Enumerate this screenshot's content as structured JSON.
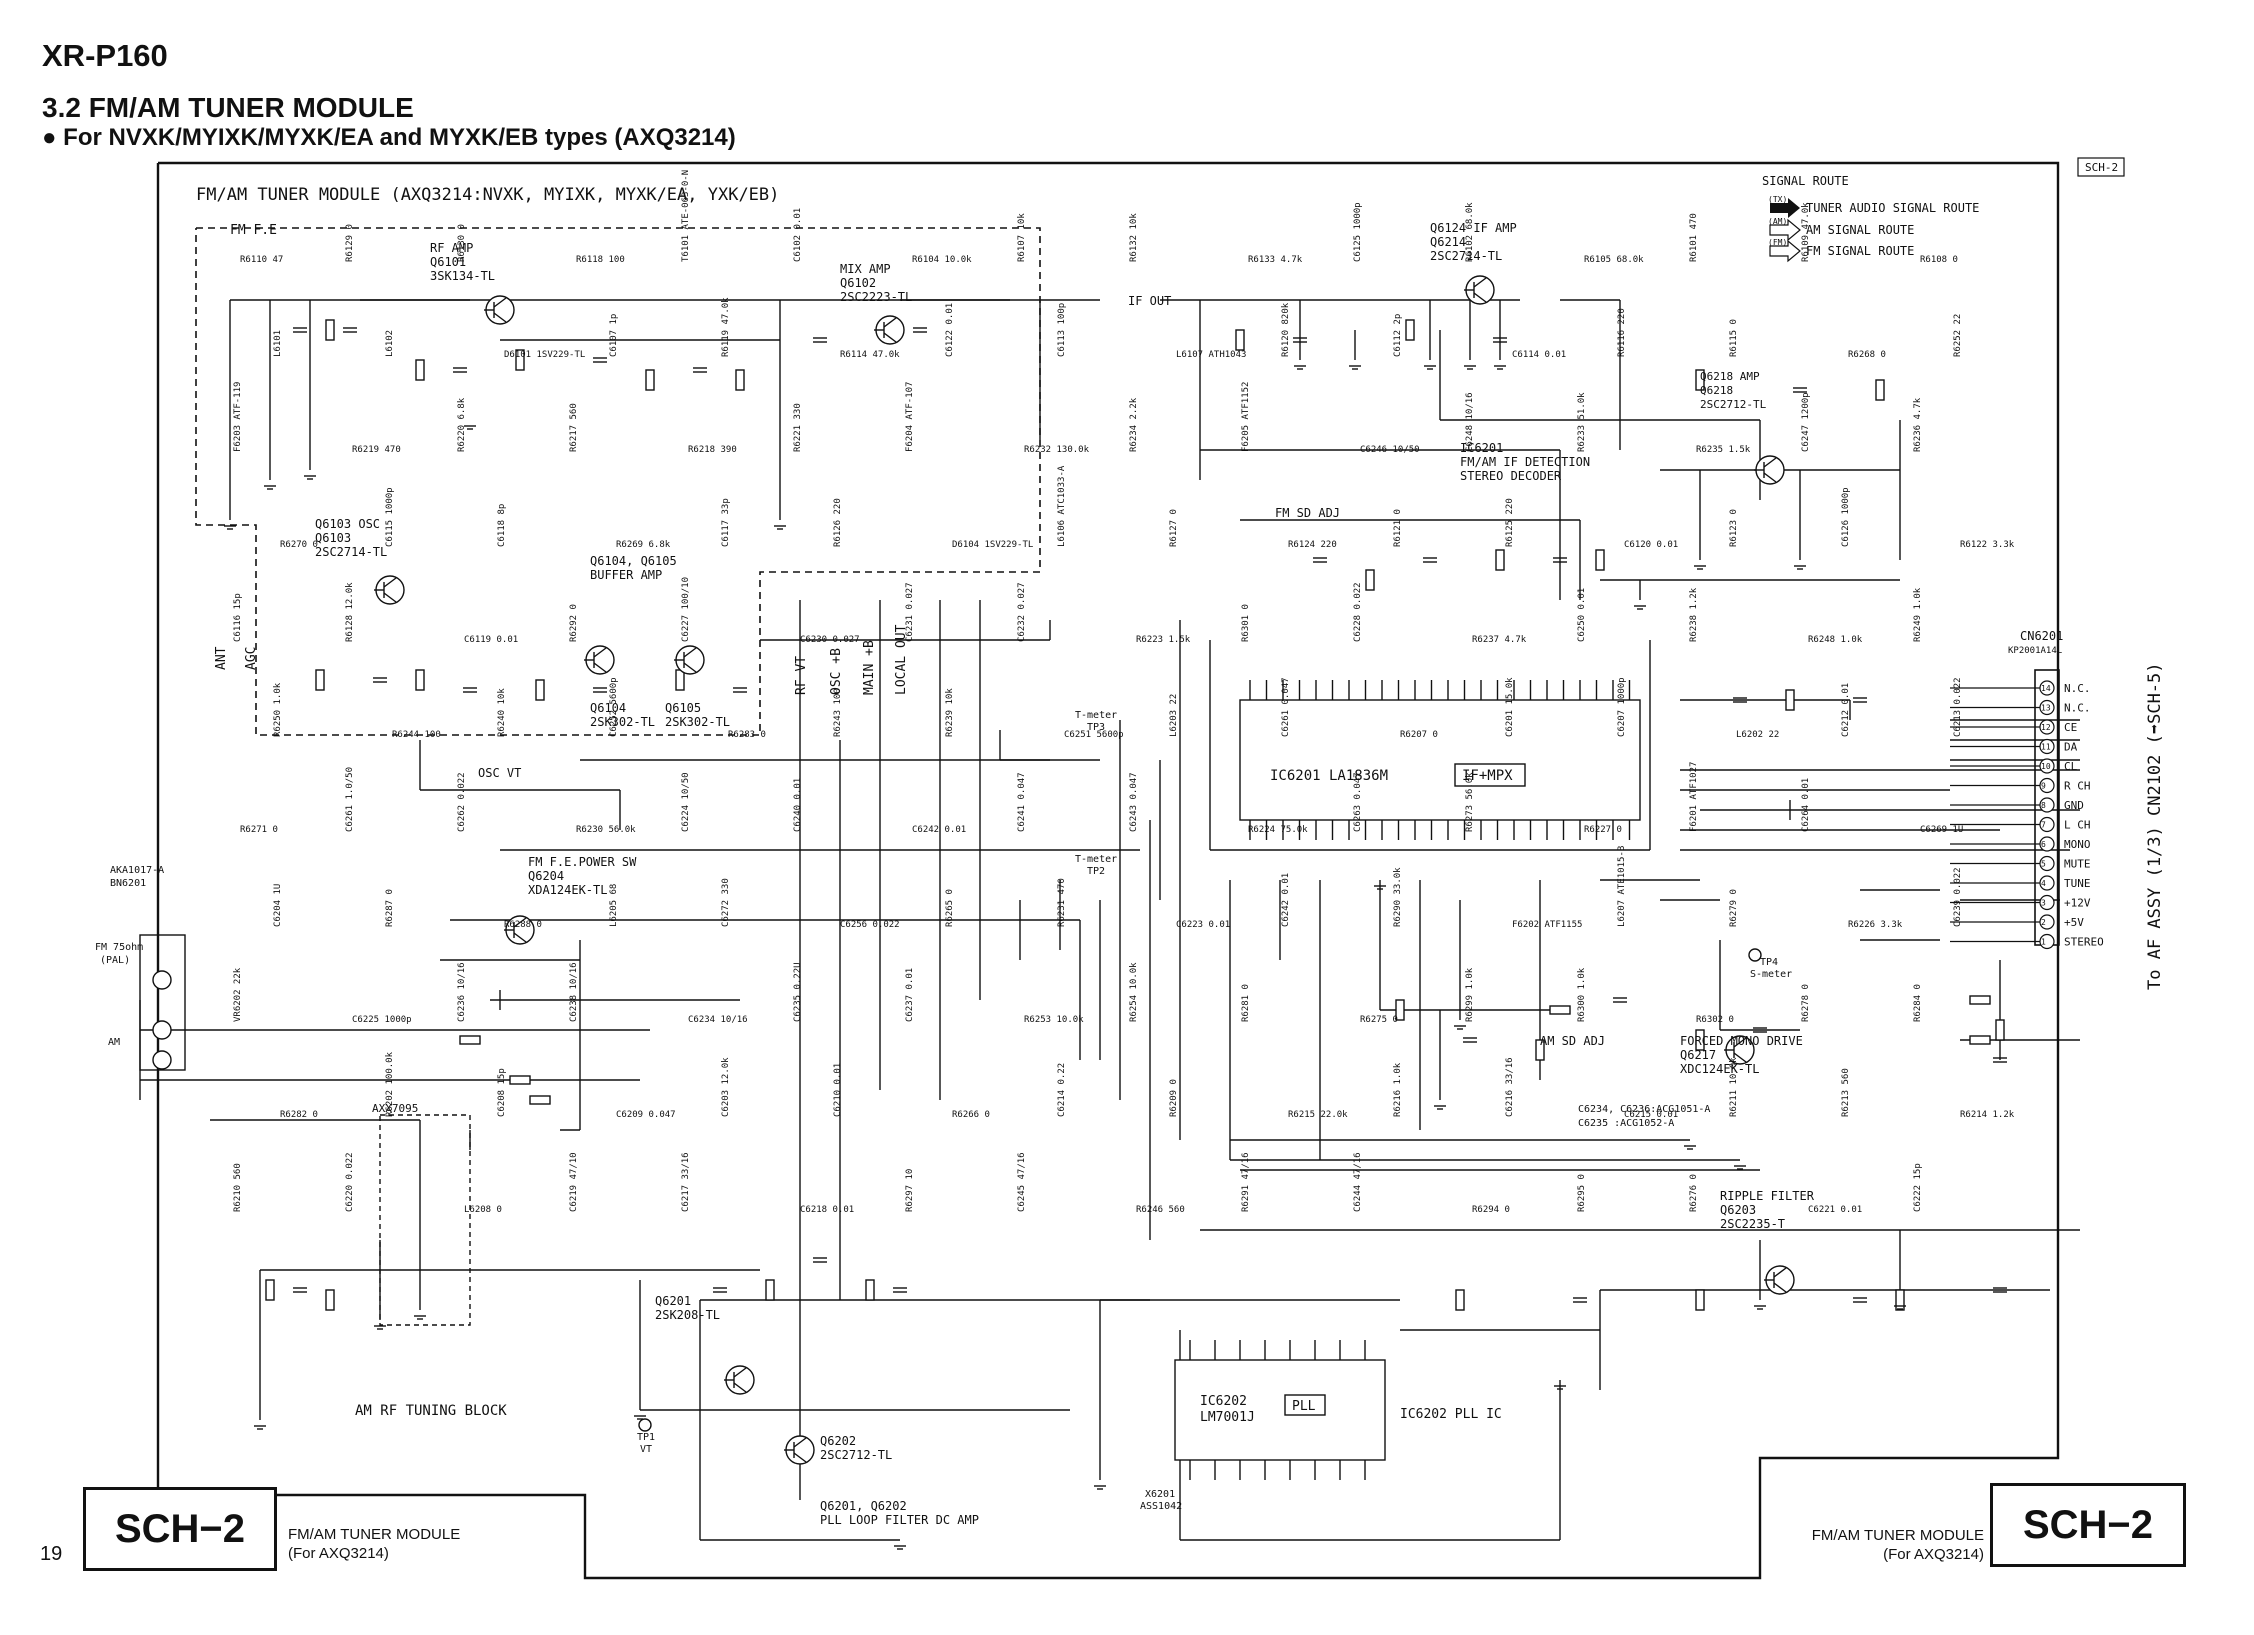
{
  "header": {
    "model": "XR-P160",
    "section": "3.2  FM/AM TUNER MODULE",
    "types": "● For NVXK/MYIXK/MYXK/EA and MYXK/EB types (AXQ3214)"
  },
  "sheet_tag": "SCH-2",
  "module_title": "FM/AM TUNER MODULE (AXQ3214:NVXK, MYIXK, MYXK/EA, YXK/EB)",
  "fm_fe_label": "FM F.E",
  "signal_route": {
    "title": "SIGNAL ROUTE",
    "items": [
      {
        "tag": "(TX)",
        "label": "TUNER AUDIO SIGNAL ROUTE"
      },
      {
        "tag": "(AM)",
        "label": "AM SIGNAL ROUTE"
      },
      {
        "tag": "(FM)",
        "label": "FM SIGNAL ROUTE"
      }
    ]
  },
  "blocks": {
    "rf_amp": [
      "RF AMP",
      "Q6101",
      "3SK134-TL"
    ],
    "mix_amp": [
      "MIX AMP",
      "Q6102",
      "2SC2223-TL"
    ],
    "osc": [
      "Q6103 OSC",
      "Q6103",
      "2SC2714-TL"
    ],
    "buffer": [
      "Q6104, Q6105",
      "BUFFER AMP"
    ],
    "q6104": [
      "Q6104",
      "2SK302-TL"
    ],
    "q6105": [
      "Q6105",
      "2SK302-TL"
    ],
    "if_amp": [
      "Q6124 IF AMP",
      "Q6214",
      "2SC2714-TL"
    ],
    "q6218": [
      "Q6218 AMP",
      "Q6218",
      "2SC2712-TL"
    ],
    "ic6201": [
      "IC6201",
      "FM/AM IF DETECTION",
      "STEREO DECODER"
    ],
    "ic6201_chip": [
      "IC6201  LA1836M",
      "IF+MPX"
    ],
    "fm_sd_adj": "FM SD ADJ",
    "am_sd_adj": "AM SD ADJ",
    "power_sw": [
      "FM F.E.POWER SW",
      "Q6204",
      "XDA124EK-TL"
    ],
    "forced_mono": [
      "FORCED MONO DRIVE",
      "Q6217",
      "XDC124EK-TL"
    ],
    "ripple": [
      "RIPPLE FILTER",
      "Q6203",
      "2SC2235-T"
    ],
    "ic6202": [
      "IC6202",
      "LM7001J",
      "PLL",
      "IC6202 PLL IC"
    ],
    "pll_filter": [
      "Q6201, Q6202",
      "PLL LOOP FILTER DC AMP"
    ],
    "q6201": [
      "Q6201",
      "2SK208-TL"
    ],
    "q6202": [
      "Q6202",
      "2SC2712-TL"
    ],
    "am_rf": "AM RF TUNING BLOCK",
    "axx": "AXX7095",
    "ant": [
      "FM 75ohm",
      "(PAL)",
      "AM",
      "AKA1017-A",
      "BN6201"
    ],
    "if_out": "IF OUT",
    "osc_vt": "OSC VT",
    "xtal": [
      "X6201",
      "ASS1042"
    ],
    "tmeter1": [
      "T-meter",
      "TP3"
    ],
    "tmeter2": [
      "T-meter",
      "TP2"
    ],
    "smeter": [
      "TP4",
      "S-meter"
    ],
    "tp1": [
      "TP1",
      "VT"
    ],
    "cap_note": [
      "C6234, C6236:ACG1051-A",
      "C6235 :ACG1052-A"
    ]
  },
  "vert_labels": [
    "ANT",
    "AGC",
    "RF VT",
    "OSC +B",
    "MAIN +B",
    "LOCAL OUT"
  ],
  "connector": {
    "ref": "CN6201",
    "part": "KP2001A14L",
    "side_label": "To AF ASSY (1/3) CN2102 (➡SCH-5)",
    "pins": [
      {
        "n": "14",
        "label": "N.C."
      },
      {
        "n": "13",
        "label": "N.C."
      },
      {
        "n": "12",
        "label": "CE"
      },
      {
        "n": "11",
        "label": "DA"
      },
      {
        "n": "10",
        "label": "CL"
      },
      {
        "n": "9",
        "label": "R CH"
      },
      {
        "n": "8",
        "label": "GND"
      },
      {
        "n": "7",
        "label": "L CH"
      },
      {
        "n": "6",
        "label": "MONO"
      },
      {
        "n": "5",
        "label": "MUTE"
      },
      {
        "n": "4",
        "label": "TUNE"
      },
      {
        "n": "3",
        "label": "+12V"
      },
      {
        "n": "2",
        "label": "+5V"
      },
      {
        "n": "1",
        "label": "STEREO"
      }
    ]
  },
  "component_labels": [
    "R6110 47",
    "R6129 0",
    "R6130 0",
    "R6118 100",
    "T6101 ATE-063-0-N",
    "C6102 0.01",
    "R6104 10.0k",
    "R6107 10k",
    "R6132 10k",
    "R6133 4.7k",
    "C6125 1000p",
    "R6102 68.0k",
    "R6105 68.0k",
    "R6101 470",
    "R6109 47.0k",
    "R6108 0",
    "L6101",
    "L6102",
    "D6101 1SV229-TL",
    "C6107 1p",
    "R6119 47.0k",
    "R6114 47.0k",
    "C6122 0.01",
    "C6113 100p",
    "L6107 ATH1043",
    "R6120 820k",
    "C6112 2p",
    "C6114 0.01",
    "R6116 220",
    "R6115 0",
    "R6268 0",
    "R6252 22",
    "F6203 ATF-119",
    "R6219 470",
    "R6220 6.8k",
    "R6217 560",
    "R6218 390",
    "R6221 330",
    "F6204 ATF-107",
    "R6232 130.0k",
    "R6234 2.2k",
    "F6205 ATF1152",
    "C6246 10/50",
    "C6248 10/16",
    "R6233 51.0k",
    "R6235 1.5k",
    "C6247 1200p",
    "R6236 4.7k",
    "R6270 0",
    "C6115 1000p",
    "C6118 8p",
    "R6269 6.8k",
    "C6117 33p",
    "R6126 220",
    "D6104 1SV229-TL",
    "L6106 ATC1033-A",
    "R6127 0",
    "R6124 220",
    "R6121 0",
    "R6125 220",
    "C6120 0.01",
    "R6123 0",
    "C6126 1000p",
    "R6122 3.3k",
    "C6116 15p",
    "R6128 12.0k",
    "C6119 0.01",
    "R6292 0",
    "C6227 100/10",
    "C6230 0.027",
    "C6231 0.027",
    "C6232 0.027",
    "R6223 1.5k",
    "R6301 0",
    "C6228 0.022",
    "R6237 4.7k",
    "C6250 0.01",
    "R6238 1.2k",
    "R6248 1.0k",
    "R6249 1.0k",
    "R6250 1.0k",
    "R6244 100",
    "R6240 10k",
    "C6252 5600p",
    "R6283 0",
    "R6243 100",
    "R6239 10k",
    "C6251 5600p",
    "L6203 22",
    "C6261 0.047",
    "R6207 0",
    "C6201 15.0k",
    "C6207 1000p",
    "L6202 22",
    "C6212 0.01",
    "C6213 0.022",
    "R6271 0",
    "C6261 1.0/50",
    "C6262 0.022",
    "R6230 56.0k",
    "C6224 10/50",
    "C6240 0.01",
    "C6242 0.01",
    "C6241 0.047",
    "C6243 0.047",
    "R6224 75.0k",
    "C6263 0.047",
    "R6273 56.0k",
    "R6227 0",
    "F6201 ATF1027",
    "C6264 0.01",
    "C6269 1U",
    "C6204 1U",
    "R6287 0",
    "R6288 0",
    "L6205 68",
    "C6272 330",
    "C6256 0.022",
    "R6265 0",
    "R6231 470",
    "C6223 0.01",
    "C6242 0.01",
    "R6290 33.0k",
    "F6202 ATF1155",
    "L6207 ATE1015-B",
    "R6279 0",
    "R6226 3.3k",
    "C6239 0.022",
    "VR6202 22k",
    "C6225 1000p",
    "C6236 10/16",
    "C6238 10/16",
    "C6234 10/16",
    "C6235 0.22U",
    "C6237 0.01",
    "R6253 10.0k",
    "R6254 10.0k",
    "R6281 0",
    "R6275 0",
    "R6299 1.0k",
    "R6300 1.0k",
    "R6302 0",
    "R6278 0",
    "R6284 0",
    "R6282 0",
    "R6202 100.0k",
    "C6208 15p",
    "C6209 0.047",
    "C6203 12.0k",
    "C6210 0.01",
    "R6266 0",
    "C6214 0.22",
    "R6209 0",
    "R6215 22.0k",
    "R6216 1.0k",
    "C6216 33/16",
    "C6215 0.01",
    "R6211 10.0k",
    "R6213 560",
    "R6214 1.2k",
    "R6210 560",
    "C6220 0.022",
    "L6208 0",
    "C6219 47/10",
    "C6217 33/16",
    "C6218 0.01",
    "R6297 10",
    "C6245 47/16",
    "R6246 560",
    "R6291 47/16",
    "C6244 47/16",
    "R6294 0",
    "R6295 0",
    "R6276 0",
    "C6221 0.01",
    "C6222 15p"
  ],
  "footer": {
    "page": "19",
    "box_label": "SCH−2",
    "left_caption": [
      "FM/AM TUNER MODULE",
      "(For AXQ3214)"
    ],
    "right_caption": [
      "FM/AM TUNER MODULE",
      "(For AXQ3214)"
    ]
  }
}
